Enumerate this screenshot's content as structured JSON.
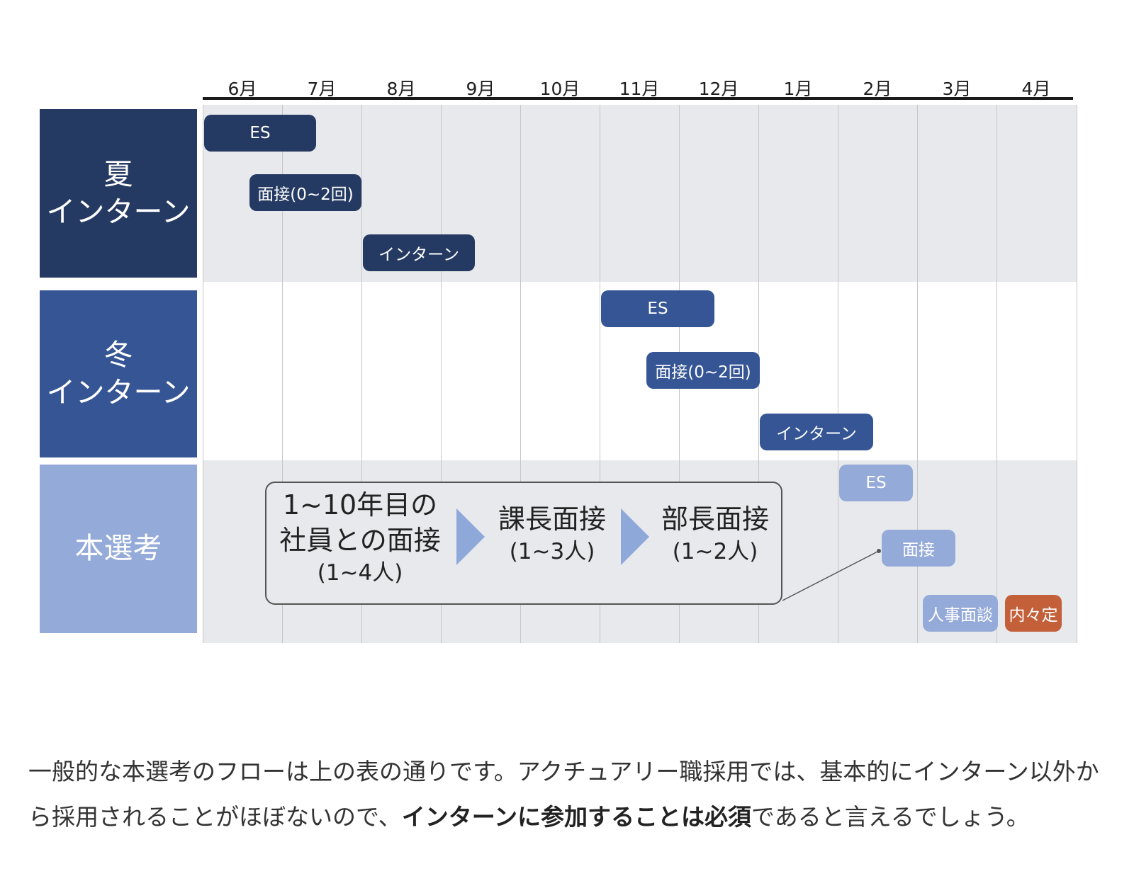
{
  "months": [
    "6月",
    "7月",
    "8月",
    "9月",
    "10月",
    "11月",
    "12月",
    "1月",
    "2月",
    "3月",
    "4月"
  ],
  "sections": {
    "summer": {
      "line1": "夏",
      "line2": "インターン",
      "color": "#253a63"
    },
    "winter": {
      "line1": "冬",
      "line2": "インターン",
      "color": "#355594"
    },
    "main": {
      "line1": "本選考",
      "color": "#94aad9"
    }
  },
  "bars": {
    "summer_es": "ES",
    "summer_interview": "面接(0~2回)",
    "summer_intern": "インターン",
    "winter_es": "ES",
    "winter_interview": "面接(0~2回)",
    "winter_intern": "インターン",
    "main_es": "ES",
    "main_interview": "面接",
    "main_hr": "人事面談",
    "main_offer": "内々定"
  },
  "interview_detail": {
    "step1_line1": "1~10年目の",
    "step1_line2": "社員との面接",
    "step1_count": "(1~4人)",
    "step2_title": "課長面接",
    "step2_count": "(1~3人)",
    "step3_title": "部長面接",
    "step3_count": "(1~2人)"
  },
  "paragraph": {
    "part1": "一般的な本選考のフローは上の表の通りです。アクチュアリー職採用では、基本的にインターン以外から採用されることがほぼないので、",
    "bold": "インターンに参加することは必須",
    "part2": "であると言えるでしょう。"
  },
  "colors": {
    "dark_navy": "#253a63",
    "mid_blue": "#355594",
    "light_blue": "#94aad9",
    "offer_orange": "#c3603a",
    "row_gray": "#e8e9ec"
  }
}
